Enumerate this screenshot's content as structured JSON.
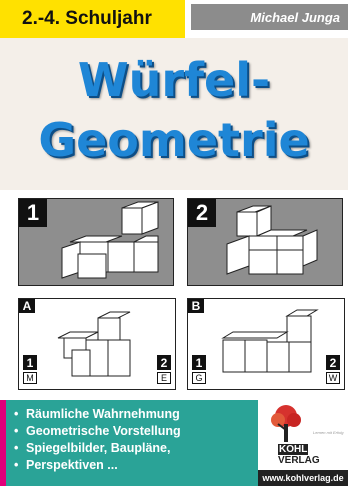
{
  "header": {
    "grade": "2.-4. Schuljahr",
    "author": "Michael Junga"
  },
  "title": {
    "line1": "Würfel-",
    "line2": "Geometrie"
  },
  "panels": {
    "top_left_number": "1",
    "top_right_number": "2",
    "bottom_left_letter": "A",
    "bottom_right_letter": "B",
    "a_num1": "1",
    "a_letter1": "M",
    "a_num2": "2",
    "a_letter2": "E",
    "b_num1": "1",
    "b_letter1": "G",
    "b_num2": "2",
    "b_letter2": "W"
  },
  "bullets": [
    "Räumliche Wahrnehmung",
    "Geometrische Vorstellung",
    "Spiegelbilder, Baupläne,",
    "Perspektiven ..."
  ],
  "publisher": {
    "name_kohl": "KOHL",
    "name_verlag": "VERLAG",
    "slogan": "Lernen mit Erfolg",
    "website": "www.kohlverlag.de"
  },
  "colors": {
    "grade_bg": "#ffe100",
    "author_bg": "#8c8c8c",
    "title_blue": "#1f86d6",
    "bullet_bg": "#2aa397",
    "accent_magenta": "#e1007a"
  }
}
